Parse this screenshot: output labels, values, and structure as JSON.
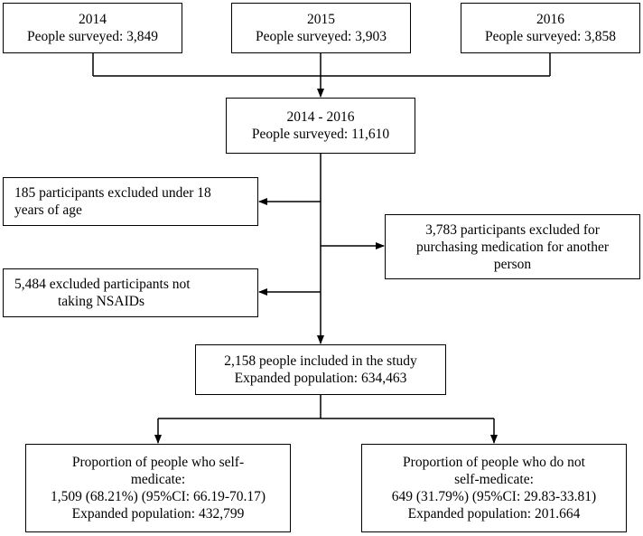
{
  "nodes": {
    "year_2014": {
      "year": "2014",
      "surveyed": "People surveyed: 3,849"
    },
    "year_2015": {
      "year": "2015",
      "surveyed": "People surveyed: 3,903"
    },
    "year_2016": {
      "year": "2016",
      "surveyed": "People surveyed: 3,858"
    },
    "total": {
      "period": "2014 - 2016",
      "surveyed": "People surveyed: 11,610"
    },
    "excluded_under_18": {
      "line1": "185 participants excluded under 18",
      "line2": "years of age"
    },
    "excluded_other_person": {
      "line1": "3,783 participants excluded for",
      "line2": "purchasing medication for another",
      "line3": "person"
    },
    "excluded_no_nsaids": {
      "line1": "5,484 excluded participants not",
      "line2": "taking NSAIDs"
    },
    "included": {
      "line1": "2,158 people included in the study",
      "line2": "Expanded population: 634,463"
    },
    "self_medicate": {
      "line1": "Proportion of people who self-",
      "line2": "medicate:",
      "line3": "1,509 (68.21%) (95%CI: 66.19-70.17)",
      "line4": "Expanded population: 432,799"
    },
    "not_self_medicate": {
      "line1": "Proportion of people who do not",
      "line2": "self-medicate:",
      "line3": "649 (31.79%) (95%CI: 29.83-33.81)",
      "line4": "Expanded population: 201.664"
    }
  },
  "edges": [
    {
      "from": "year_2014",
      "to": "total"
    },
    {
      "from": "year_2015",
      "to": "total"
    },
    {
      "from": "year_2016",
      "to": "total"
    },
    {
      "from": "total",
      "to": "excluded_under_18"
    },
    {
      "from": "total",
      "to": "excluded_other_person"
    },
    {
      "from": "total",
      "to": "excluded_no_nsaids"
    },
    {
      "from": "total",
      "to": "included"
    },
    {
      "from": "included",
      "to": "self_medicate"
    },
    {
      "from": "included",
      "to": "not_self_medicate"
    }
  ],
  "colors": {
    "stroke": "#000000",
    "background": "#ffffff",
    "text": "#000000"
  }
}
